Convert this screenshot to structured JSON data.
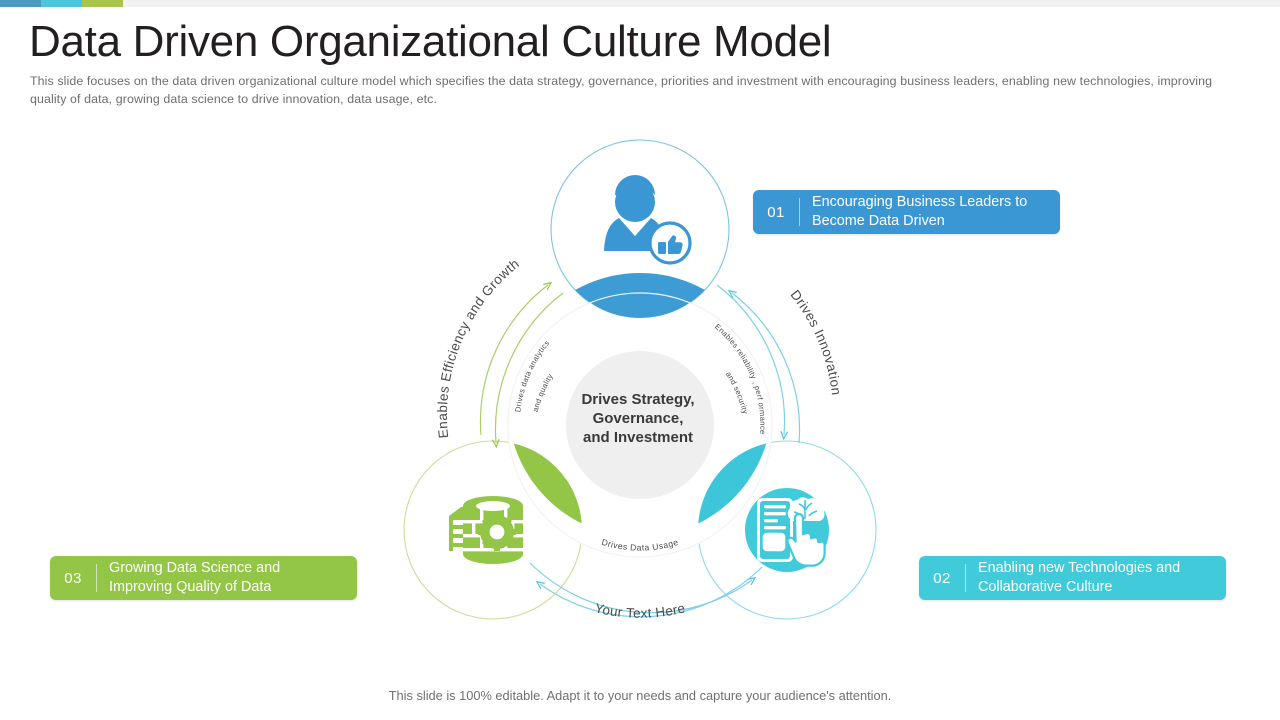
{
  "top_bar": {
    "segments": [
      {
        "name": "blue",
        "color": "#4a9bc4"
      },
      {
        "name": "cyan",
        "color": "#4cc6e0"
      },
      {
        "name": "green",
        "color": "#a8c44b"
      }
    ]
  },
  "header": {
    "title": "Data Driven Organizational Culture Model",
    "subtitle": "This slide focuses on the data driven organizational culture model which specifies the data strategy, governance, priorities and investment with encouraging business leaders, enabling new technologies, improving quality of data, growing data science to drive innovation, data usage, etc."
  },
  "diagram": {
    "center_text": "Drives Strategy, Governance, and Investment",
    "center_lines": [
      "Drives Strategy,",
      "Governance,",
      "and Investment"
    ],
    "outer_arc_labels": [
      {
        "name": "enables-efficiency-and-growth",
        "text": "Enables Efficiency and Growth",
        "color": "#93c546"
      },
      {
        "name": "drives-innovation",
        "text": "Drives Innovation",
        "color": "#41b6dc"
      },
      {
        "name": "your-text-here",
        "text": "Your Text Here",
        "color": "#4c4c4c"
      }
    ],
    "inner_arc_labels": [
      {
        "name": "drives-data-analytics-and-quality",
        "lines": [
          "Drives data analytics",
          "and quality"
        ]
      },
      {
        "name": "enables-reliability-performance-and-security",
        "lines": [
          "Enables  reliability , perf ormance",
          "and security"
        ]
      },
      {
        "name": "drives-data-usage",
        "lines": [
          "Drives Data Usage"
        ]
      }
    ],
    "nodes": [
      {
        "name": "business-leader-node",
        "icon": "business-person-thumbs-up-icon",
        "color": "#3a97d4"
      },
      {
        "name": "technology-node",
        "icon": "smartphone-touch-brain-icon",
        "color": "#41cada"
      },
      {
        "name": "data-science-node",
        "icon": "database-gear-icon",
        "color": "#93c546"
      }
    ],
    "petals": [
      {
        "name": "blue-petal",
        "color": "#3d9cd4"
      },
      {
        "name": "cyan-petal",
        "color": "#3dc6da"
      },
      {
        "name": "green-petal",
        "color": "#93c546"
      }
    ],
    "center_disc_color": "#efefef"
  },
  "callouts": [
    {
      "name": "callout-encouraging-business-leaders",
      "number": "01",
      "lines": [
        "Encouraging Business Leaders to",
        "Become Data Driven"
      ],
      "text": "Encouraging Business Leaders to Become Data Driven",
      "color": "#3a97d4"
    },
    {
      "name": "callout-enabling-new-technologies",
      "number": "02",
      "lines": [
        "Enabling new Technologies and",
        "Collaborative Culture"
      ],
      "text": "Enabling new Technologies and Collaborative Culture",
      "color": "#41cada"
    },
    {
      "name": "callout-growing-data-science",
      "number": "03",
      "lines": [
        "Growing Data Science and",
        "Improving Quality of Data"
      ],
      "text": "Growing Data Science and Improving Quality of Data",
      "color": "#93c546"
    }
  ],
  "footer": {
    "note": "This slide is 100% editable. Adapt it to your needs and capture your audience's attention."
  }
}
